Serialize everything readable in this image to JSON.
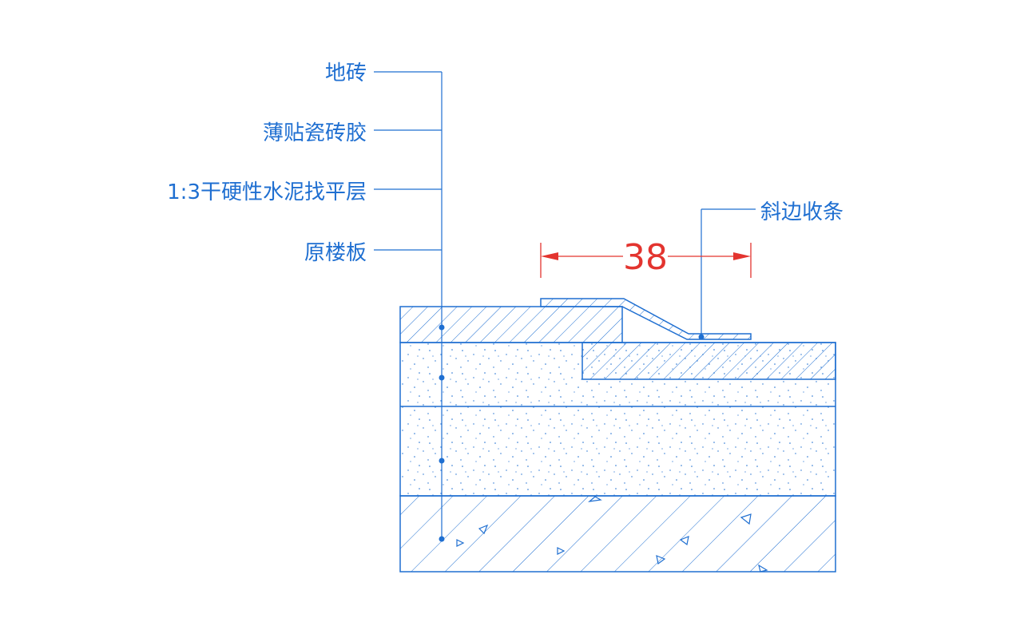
{
  "labels": {
    "tile": "地砖",
    "adhesive": "薄贴瓷砖胶",
    "screed": "1:3干硬性水泥找平层",
    "slab": "原楼板",
    "trim": "斜边收条"
  },
  "dimension": {
    "value": "38"
  },
  "colors": {
    "line": "#1f6fd1",
    "dimension": "#e3342f",
    "background": "#ffffff"
  }
}
